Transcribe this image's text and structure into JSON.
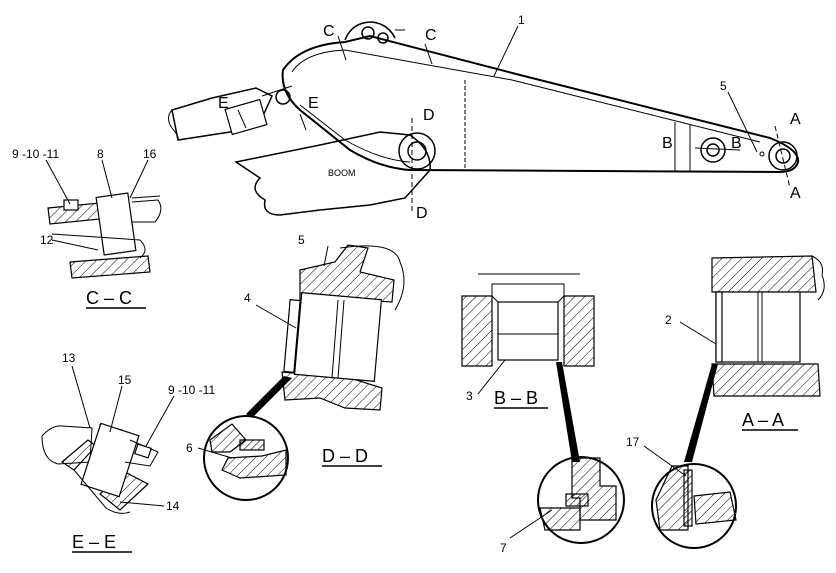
{
  "labels": {
    "part_1": "1",
    "part_2": "2",
    "part_3": "3",
    "part_4": "4",
    "part_5_top": "5",
    "part_5_dd": "5",
    "part_6": "6",
    "part_7": "7",
    "part_8": "8",
    "part_12": "12",
    "part_13": "13",
    "part_14": "14",
    "part_15": "15",
    "part_16": "16",
    "part_17": "17",
    "bolt_cc": "9 -10 -11",
    "bolt_ee": "9 -10 -11",
    "boom": "BOOM"
  },
  "cut_markers": {
    "c_left": "C",
    "c_right": "C",
    "e_left": "E",
    "e_right": "E",
    "d_top": "D",
    "d_bottom": "D",
    "b_left": "B",
    "b_right": "B",
    "a_top": "A",
    "a_bottom": "A"
  },
  "section_titles": {
    "cc": "C – C",
    "dd": "D – D",
    "bb": "B – B",
    "aa": "A – A",
    "ee": "E – E"
  }
}
